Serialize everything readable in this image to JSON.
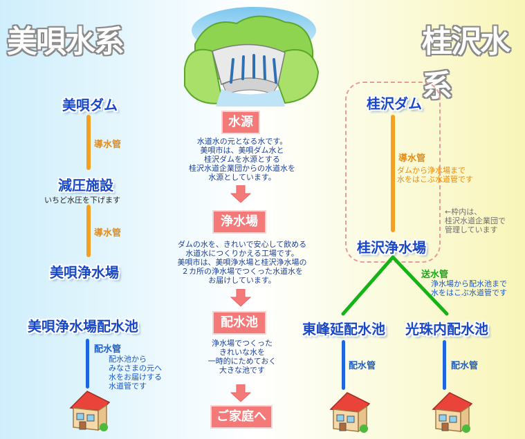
{
  "titles": {
    "left": "美唄水系",
    "right": "桂沢水系"
  },
  "left": {
    "dam": "美唄ダム",
    "pipe1": "導水管",
    "facility": "減圧施設",
    "facility_note": "いちど水圧を下げます",
    "pipe2": "導水管",
    "plant": "美唄浄水場",
    "reservoir": "美唄浄水場配水池",
    "pipe3": "配水管",
    "pipe3_note": [
      "配水池から",
      "みなさまの元へ",
      "水をお届けする",
      "水道管です"
    ]
  },
  "center": {
    "stages": [
      {
        "label": "水源",
        "text": [
          "水道水の元となる水です。",
          "美唄市は、美唄ダム水と",
          "桂沢ダムを水源とする",
          "桂沢水道企業団からの水道水を",
          "水源としています。"
        ]
      },
      {
        "label": "浄水場",
        "text": [
          "ダムの水を、きれいで安心して飲める",
          "水道水につくりかえる工場です。",
          "美唄市は、美唄浄水場と桂沢浄水場の",
          "２カ所の浄水場でつくった水道水を",
          "お届けしています。"
        ]
      },
      {
        "label": "配水池",
        "text": [
          "浄水場でつくった",
          "きれいな水を",
          "一時的にためておく",
          "大きな池です"
        ]
      },
      {
        "label": "ご家庭へ",
        "text": []
      }
    ]
  },
  "right": {
    "dam": "桂沢ダム",
    "pipe1": "導水管",
    "pipe1_note": [
      "ダムから浄水場まで",
      "水をはこぶ水道管です"
    ],
    "frame_note": [
      "←枠内は、",
      "桂沢水道企業団で",
      "管理しています"
    ],
    "plant": "桂沢浄水場",
    "pipe2": "送水管",
    "pipe2_note": [
      "浄水場から配水池まで",
      "水をはこぶ水道管です"
    ],
    "reservoir_a": "東峰延配水池",
    "reservoir_b": "光珠内配水池",
    "pipe_a": "配水管",
    "pipe_b": "配水管"
  },
  "colors": {
    "orange_pipe": "#f4a122",
    "blue_pipe": "#1e66e0",
    "green_pipe": "#16b316",
    "stage_box": "#f47a7a",
    "node_text": "#1847c8"
  }
}
